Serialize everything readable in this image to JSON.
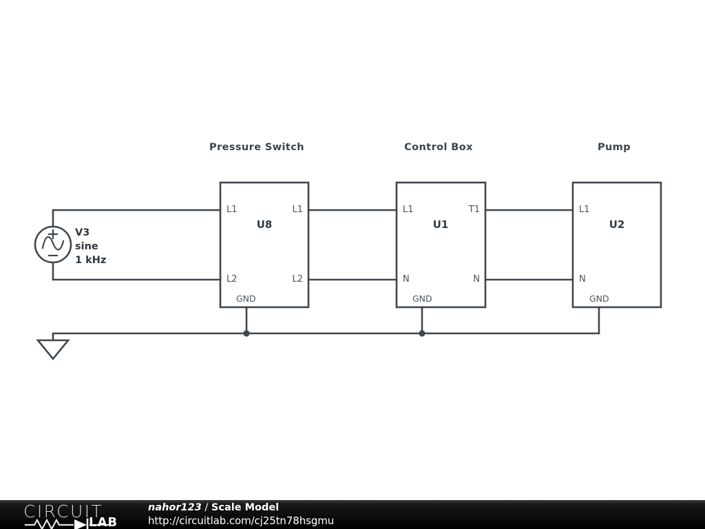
{
  "canvas": {
    "background": "#ffffff",
    "line_color": "#3e474e"
  },
  "schematic": {
    "source": {
      "name": "V3",
      "type": "sine",
      "frequency": "1 kHz",
      "plus_sign": "+",
      "minus_sign": "–"
    },
    "ground_symbol_name": "ground",
    "components": [
      {
        "title": "Pressure Switch",
        "ref": "U8",
        "pins_left": [
          "L1",
          "L2"
        ],
        "pins_right": [
          "L1",
          "L2"
        ],
        "gnd_label": "GND"
      },
      {
        "title": "Control Box",
        "ref": "U1",
        "pins_left": [
          "L1",
          "N"
        ],
        "pins_right": [
          "T1",
          "N"
        ],
        "gnd_label": "GND"
      },
      {
        "title": "Pump",
        "ref": "U2",
        "pins_left": [
          "L1",
          "N"
        ],
        "pins_right": [],
        "gnd_label": "GND"
      }
    ]
  },
  "footer": {
    "logo_top": "CIRCUIT",
    "logo_bottom": "LAB",
    "user": "nahor123",
    "separator": " / ",
    "project": "Scale Model",
    "url": "http://circuitlab.com/cj25tn78hsgmu"
  }
}
